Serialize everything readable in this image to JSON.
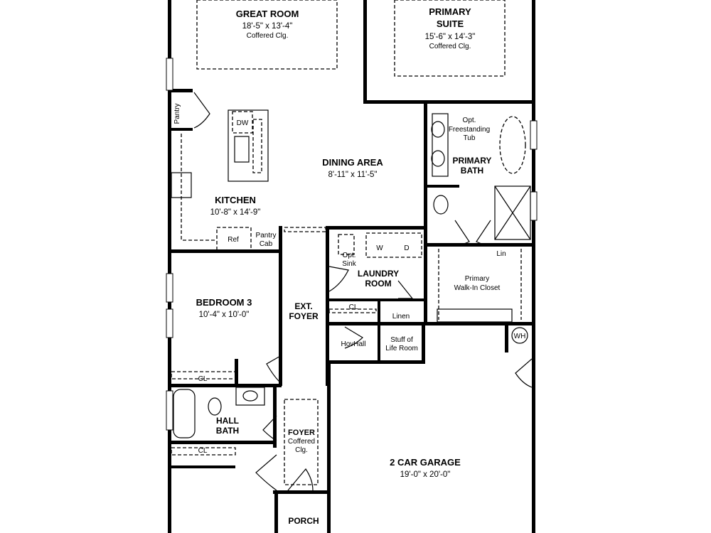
{
  "plan": {
    "rooms": {
      "great_room": {
        "name": "GREAT ROOM",
        "size": "18'-5\" x 13'-4\"",
        "note": "Coffered Clg."
      },
      "primary_suite": {
        "name1": "PRIMARY",
        "name2": "SUITE",
        "size": "15'-6\" x 14'-3\"",
        "note": "Coffered Clg."
      },
      "dining": {
        "name": "DINING AREA",
        "size": "8'-11\" x 11'-5\""
      },
      "kitchen": {
        "name": "KITCHEN",
        "size": "10'-8\" x 14'-9\""
      },
      "primary_bath": {
        "name1": "PRIMARY",
        "name2": "BATH"
      },
      "tub": {
        "l1": "Opt.",
        "l2": "Freestanding",
        "l3": "Tub"
      },
      "laundry": {
        "name1": "LAUNDRY",
        "name2": "ROOM"
      },
      "opt_sink": {
        "l1": "Opt.",
        "l2": "Sink"
      },
      "closet": {
        "l1": "Primary",
        "l2": "Walk-In Closet"
      },
      "bedroom3": {
        "name": "BEDROOM 3",
        "size": "10'-4\" x 10'-0\""
      },
      "ext_foyer": {
        "name1": "EXT.",
        "name2": "FOYER"
      },
      "hall_bath": {
        "name1": "HALL",
        "name2": "BATH"
      },
      "foyer": {
        "name": "FOYER",
        "l2": "Coffered",
        "l3": "Clg."
      },
      "garage": {
        "name": "2 CAR GARAGE",
        "size": "19'-0\" x 20'-0\""
      },
      "porch": {
        "name": "PORCH"
      },
      "stuff": {
        "l1": "Stuff of",
        "l2": "Life Room"
      },
      "hovhall": {
        "name": "HovHall"
      }
    },
    "fixtures": {
      "pantry": "Pantry",
      "dw": "DW",
      "ref": "Ref",
      "pantry_cab1": "Pantry",
      "pantry_cab2": "Cab",
      "washer": "W",
      "dryer": "D",
      "lin": "Lin",
      "linen": "Linen",
      "cl1": "CL",
      "cl2": "CL",
      "cl3": "CL",
      "wh": "WH"
    }
  }
}
